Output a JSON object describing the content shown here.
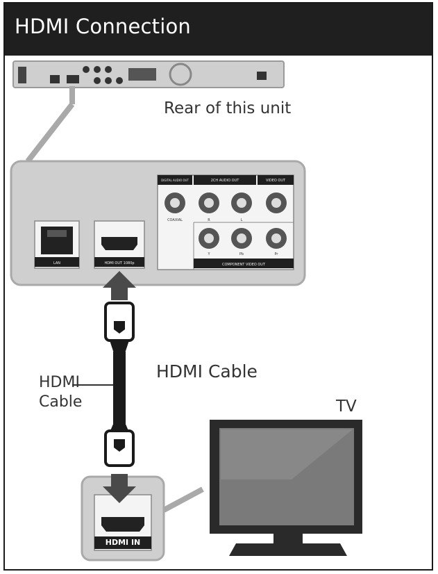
{
  "title": "HDMI Connection",
  "labels": {
    "rear_of_unit": "Rear of this unit",
    "hdmi_cable_main": "HDMI Cable",
    "hdmi_cable_side_line1": "HDMI",
    "hdmi_cable_side_line2": "Cable",
    "tv": "TV",
    "hdmi_in": "HDMI IN"
  },
  "panel_labels": {
    "lan": "LAN",
    "hdmi_out": "HDMI OUT 1080p",
    "digital_audio_out": "DIGITAL AUDIO OUT",
    "coaxial": "COAXIAL",
    "audio_out": "2CH AUDIO OUT",
    "video_out": "VIDEO OUT",
    "r": "R",
    "l": "L",
    "y": "Y",
    "pb": "Pb",
    "pr": "Pr",
    "component_video_out": "COMPONENT VIDEO OUT"
  },
  "colors": {
    "title_bar": "#1f1f1f",
    "panel_fill": "#cfcfcf",
    "panel_stroke": "#a9a9a9",
    "arrow": "#4a4a4a",
    "cable": "#1a1a1a"
  }
}
